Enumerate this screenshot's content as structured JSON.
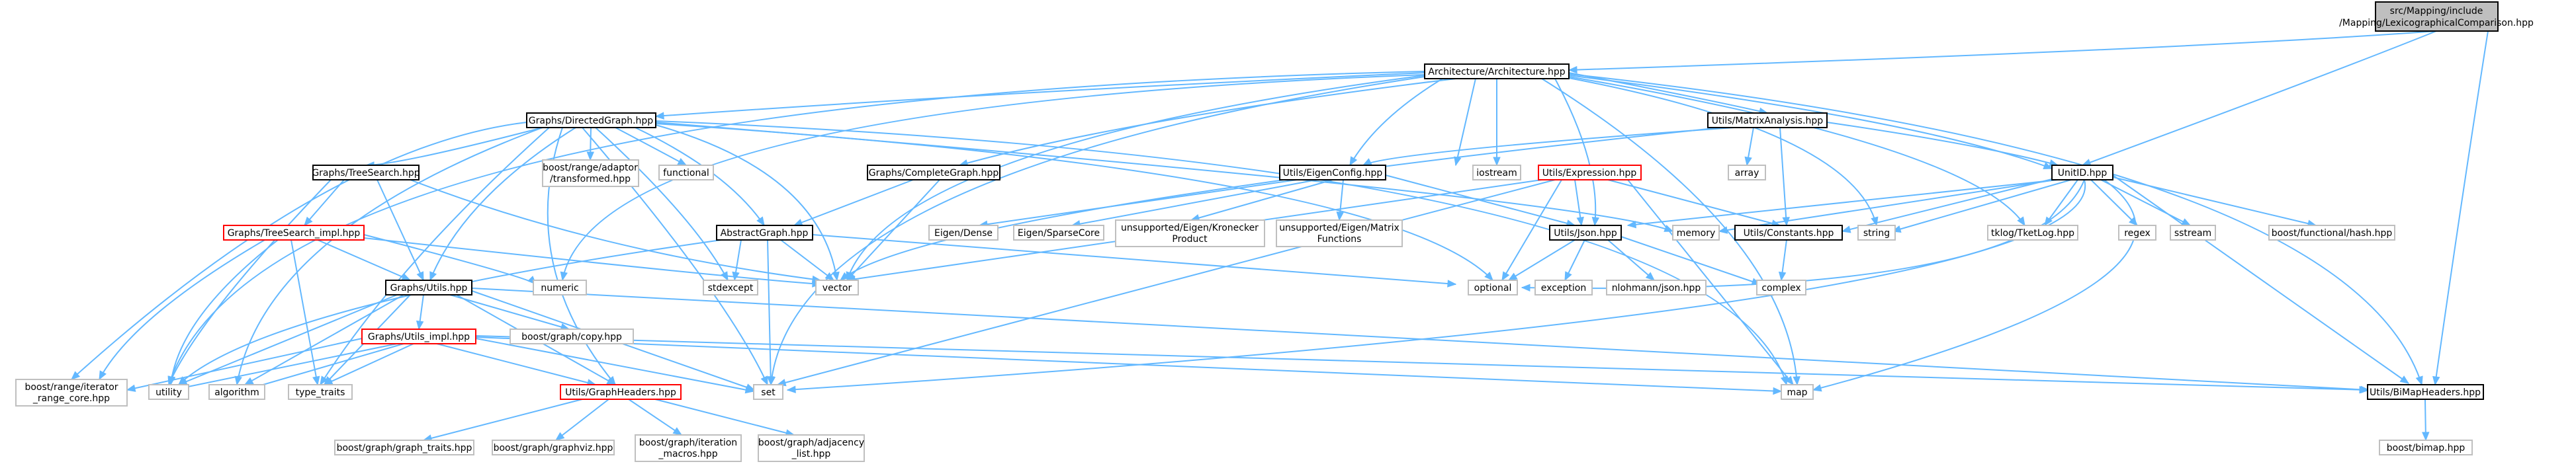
{
  "diagram": {
    "root": {
      "label_line1": "src/Mapping/include",
      "label_line2": "/Mapping/LexicographicalComparison.hpp"
    },
    "nodes": {
      "architecture": "Architecture/Architecture.hpp",
      "directed_graph": "Graphs/DirectedGraph.hpp",
      "matrix_analysis": "Utils/MatrixAnalysis.hpp",
      "tree_search": "Graphs/TreeSearch.hpp",
      "range_adaptor_1": "boost/range/adaptor",
      "range_adaptor_2": "/transformed.hpp",
      "functional": "functional",
      "complete_graph": "Graphs/CompleteGraph.hpp",
      "eigen_config": "Utils/EigenConfig.hpp",
      "expression": "Utils/Expression.hpp",
      "iostream": "iostream",
      "array": "array",
      "unitid": "UnitID.hpp",
      "tree_search_impl": "Graphs/TreeSearch_impl.hpp",
      "abstract_graph": "AbstractGraph.hpp",
      "eigen_dense": "Eigen/Dense",
      "eigen_sparse": "Eigen/SparseCore",
      "kronecker_1": "unsupported/Eigen/Kronecker",
      "kronecker_2": "Product",
      "matrix_functions_1": "unsupported/Eigen/Matrix",
      "matrix_functions_2": "Functions",
      "memory": "memory",
      "utils_json": "Utils/Json.hpp",
      "utils_constants": "Utils/Constants.hpp",
      "string": "string",
      "tket_log": "tklog/TketLog.hpp",
      "regex": "regex",
      "sstream": "sstream",
      "functional_hash": "boost/functional/hash.hpp",
      "graphs_utils": "Graphs/Utils.hpp",
      "numeric": "numeric",
      "stdexcept": "stdexcept",
      "vector": "vector",
      "optional": "optional",
      "exception": "exception",
      "nlohmann_json": "nlohmann/json.hpp",
      "complex": "complex",
      "graphs_utils_impl": "Graphs/Utils_impl.hpp",
      "boost_graph_copy": "boost/graph/copy.hpp",
      "range_core_1": "boost/range/iterator",
      "range_core_2": "_range_core.hpp",
      "utility": "utility",
      "algorithm": "algorithm",
      "type_traits": "type_traits",
      "set": "set",
      "map": "map",
      "bimap_headers": "Utils/BiMapHeaders.hpp",
      "graph_headers": "Utils/GraphHeaders.hpp",
      "graph_traits": "boost/graph/graph_traits.hpp",
      "graphviz": "boost/graph/graphviz.hpp",
      "iteration_macros_1": "boost/graph/iteration",
      "iteration_macros_2": "_macros.hpp",
      "adjacency_list_1": "boost/graph/adjacency",
      "adjacency_list_2": "_list.hpp",
      "bimap": "boost/bimap.hpp"
    }
  }
}
